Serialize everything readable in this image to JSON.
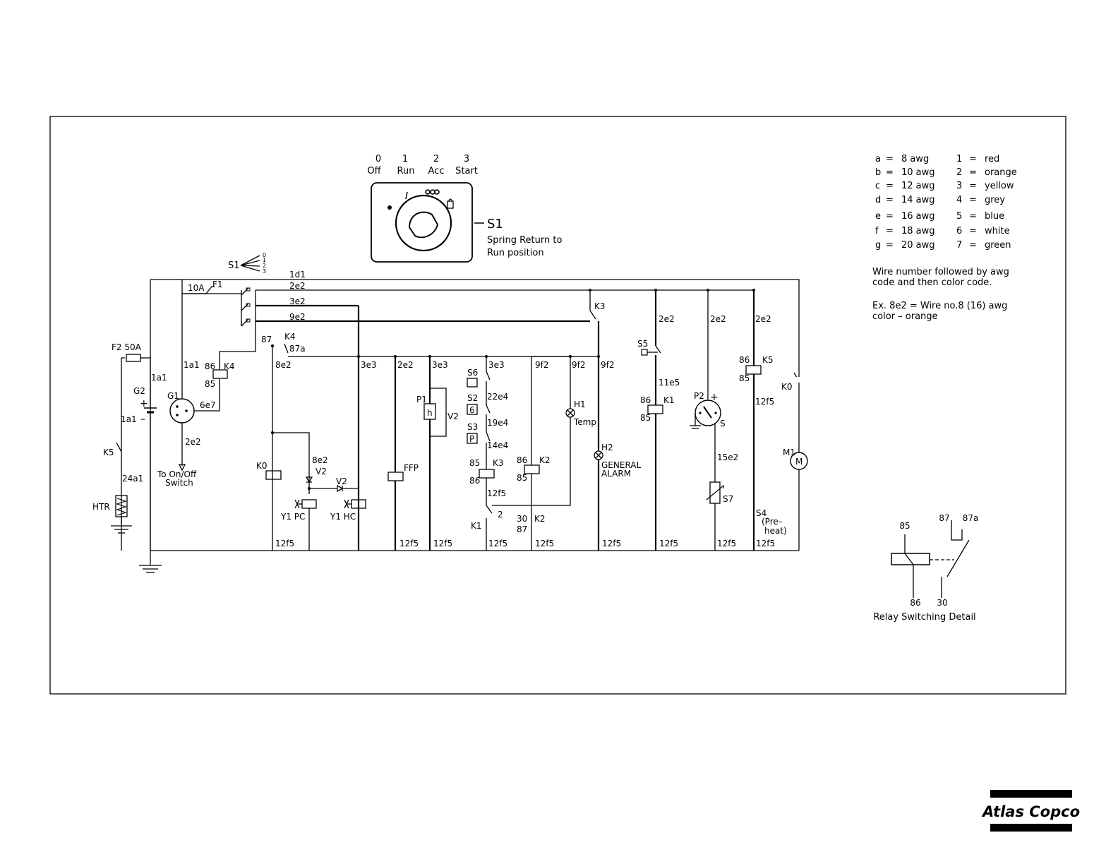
{
  "key_switch": {
    "positions": [
      {
        "num": "0",
        "name": "Off"
      },
      {
        "num": "1",
        "name": "Run"
      },
      {
        "num": "2",
        "name": "Acc"
      },
      {
        "num": "3",
        "name": "Start"
      }
    ],
    "label": "S1",
    "note_line1": "Spring Return to",
    "note_line2": "Run position"
  },
  "legend": {
    "awg": [
      {
        "code": "a",
        "value": "8 awg"
      },
      {
        "code": "b",
        "value": "10 awg"
      },
      {
        "code": "c",
        "value": "12 awg"
      },
      {
        "code": "d",
        "value": "14 awg"
      },
      {
        "code": "e",
        "value": "16 awg"
      },
      {
        "code": "f",
        "value": "18 awg"
      },
      {
        "code": "g",
        "value": "20 awg"
      }
    ],
    "colors": [
      {
        "code": "1",
        "value": "red"
      },
      {
        "code": "2",
        "value": "orange"
      },
      {
        "code": "3",
        "value": "yellow"
      },
      {
        "code": "4",
        "value": "grey"
      },
      {
        "code": "5",
        "value": "blue"
      },
      {
        "code": "6",
        "value": "white"
      },
      {
        "code": "7",
        "value": "green"
      }
    ],
    "note1_line1": "Wire number followed by awg",
    "note1_line2": "code and then color code.",
    "note2_line1": "Ex. 8e2 = Wire no.8 (16) awg",
    "note2_line2": "color – orange"
  },
  "relay_detail": {
    "title": "Relay Switching Detail",
    "pins": {
      "p85": "85",
      "p87": "87",
      "p87a": "87a",
      "p86": "86",
      "p30": "30"
    }
  },
  "schematic": {
    "s1_tag": "S1",
    "s1_positions": [
      "0",
      "1",
      "2",
      "3"
    ],
    "wires_top": {
      "w1": "1d1",
      "w2": "2e2",
      "w3": "3e2",
      "w4": "9e2"
    },
    "f1_rating": "10A",
    "f1": "F1",
    "f2": "F2 50A",
    "g2": "G2",
    "g1": "G1",
    "k5_left": "K5",
    "htr": "HTR",
    "w_24a1": "24a1",
    "w_1a1_a": "1a1",
    "w_1a1_b": "1a1",
    "w_1a1_c": "1a1",
    "w_6e7": "6e7",
    "w_2e2_g1": "2e2",
    "to_switch_1": "To On/Off",
    "to_switch_2": "Switch",
    "k4_86": "86",
    "k4_tag": "K4",
    "k4_85": "85",
    "k4_87": "87",
    "k4_sw": "K4",
    "k4_87a": "87a",
    "w_8e2": "8e2",
    "k0_coil": "K0",
    "w_8e2b": "8e2",
    "v2_a": "V2",
    "v2_b": "V2",
    "y1_pc": "Y1  PC",
    "y1_hc": "Y1  HC",
    "w_3e3_a": "3e3",
    "w_2e2_b": "2e2",
    "w_3e3_b": "3e3",
    "ffp": "FFP",
    "p1": "P1",
    "p1_h": "h",
    "v2_c": "V2",
    "w_3e3_c": "3e3",
    "s6": "S6",
    "s2": "S2",
    "s2_box": "6",
    "w_22e4": "22e4",
    "s3": "S3",
    "s3_box": "P",
    "w_19e4": "19e4",
    "w_14e4": "14e4",
    "k3_85": "85",
    "k3_tag": "K3",
    "k3_86": "86",
    "w_12f5_k3": "12f5",
    "k1_sw": "K1",
    "k1_2": "2",
    "w_9f2_a": "9f2",
    "k2_86": "86",
    "k2_tag": "K2",
    "k2_85": "85",
    "k2_30": "30",
    "k2_sw": "K2",
    "k2_87": "87",
    "w_9f2_b": "9f2",
    "h1": "H1",
    "h1_temp": "Temp",
    "w_9f2_c": "9f2",
    "h2": "H2",
    "gen_alarm_1": "GENERAL",
    "gen_alarm_2": "ALARM",
    "k3_sw": "K3",
    "w_2e2_c": "2e2",
    "s5": "S5",
    "w_11e5": "11e5",
    "k1_86": "86",
    "k1_tag": "K1",
    "k1_85": "85",
    "w_2e2_d": "2e2",
    "p2": "P2",
    "p2_plus": "+",
    "p2_s": "S",
    "w_15e2": "15e2",
    "s7": "S7",
    "w_2e2_e": "2e2",
    "k5_86": "86",
    "k5_tag": "K5",
    "k5_85": "85",
    "w_12f5_k5": "12f5",
    "s4": "S4",
    "s4_pre": "(Pre–",
    "s4_heat": "heat)",
    "k0_sw": "K0",
    "m1": "M1",
    "m1_m": "M",
    "bottom_wires": [
      "12f5",
      "12f5",
      "12f5",
      "12f5",
      "12f5",
      "12f5",
      "12f5",
      "12f5",
      "12f5"
    ]
  },
  "logo": {
    "text": "Atlas Copco"
  }
}
